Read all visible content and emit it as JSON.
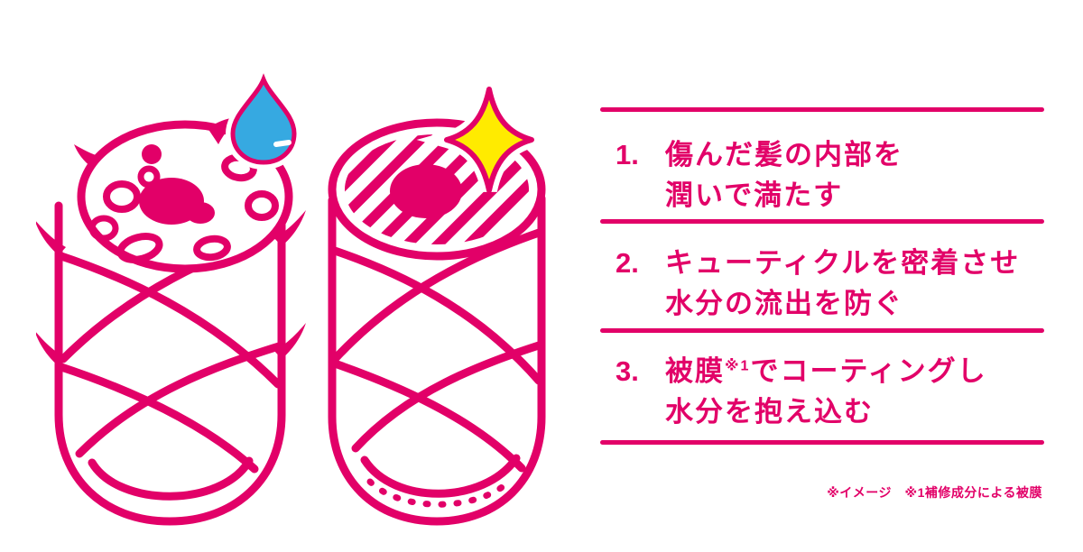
{
  "colors": {
    "primary_pink": "#E20068",
    "drop_blue": "#36A9E1",
    "sparkle_yellow": "#FFEB00",
    "background": "#FFFFFF"
  },
  "illustrations": {
    "damaged_hair": {
      "icon": "water-drop-icon",
      "description": "damaged hair strand cylinder with voids inside and lifted cuticle flakes"
    },
    "repaired_hair": {
      "icon": "sparkle-icon",
      "description": "repaired hair strand cylinder filled in (hatched) with smooth cuticle"
    }
  },
  "steps": [
    {
      "number": "1.",
      "line1": "傷んだ髪の内部を",
      "line2": "潤いで満たす"
    },
    {
      "number": "2.",
      "line1": "キューティクルを密着させ",
      "line2": "水分の流出を防ぐ"
    },
    {
      "number": "3.",
      "line1_pre": "被膜",
      "line1_sup": "※1",
      "line1_post": "でコーティングし",
      "line2": "水分を抱え込む"
    }
  ],
  "footnote": "※イメージ　※1補修成分による被膜"
}
